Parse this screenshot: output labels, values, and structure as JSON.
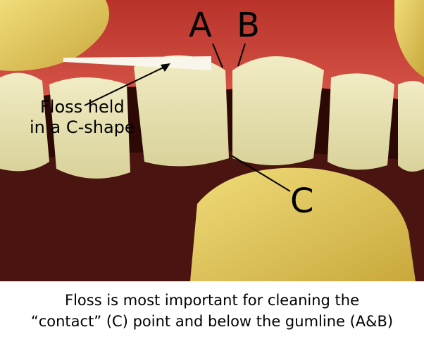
{
  "labels": {
    "a": "A",
    "b": "B",
    "c": "C",
    "floss_line1": "Floss held",
    "floss_line2": "in a C-shape"
  },
  "caption": {
    "line1": "Floss is most important for cleaning the",
    "line2": "“contact” (C) point and below the gumline (A&B)"
  }
}
